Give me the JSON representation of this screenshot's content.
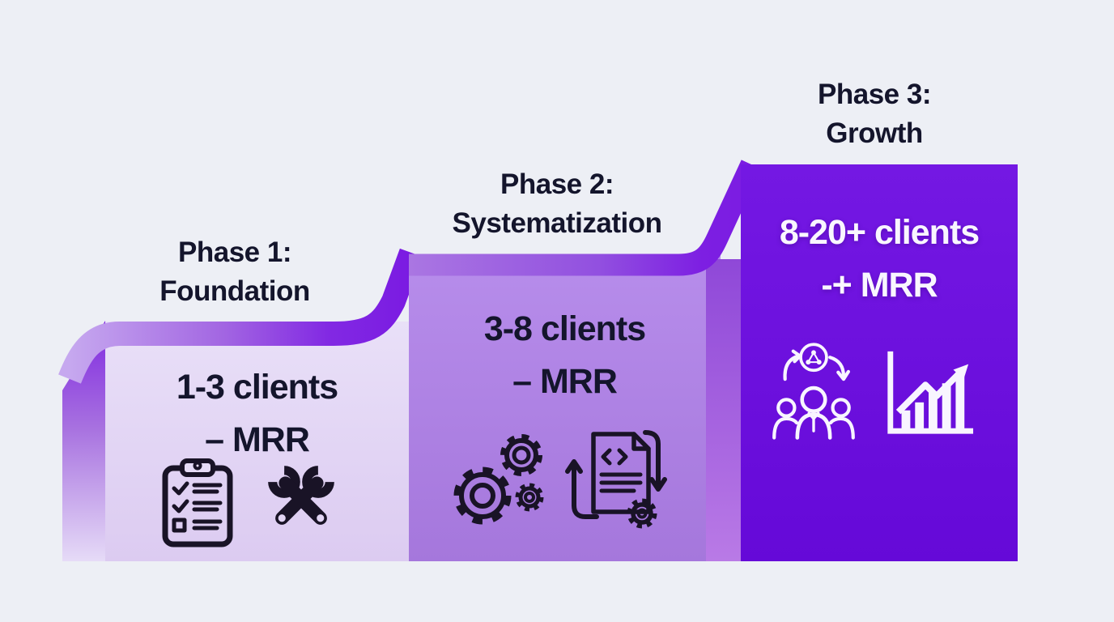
{
  "diagram_title": "Three-phase growth staircase",
  "background_color": "#edeff5",
  "text_color_dark": "#14152c",
  "text_color_light": "#f9f6ff",
  "accent_colors": {
    "phase1_face": "#e4d8f5",
    "phase2_face": "#ab7ee1",
    "phase3_face": "#6b10dd",
    "band_purple": "#7a1de2",
    "side_strip": "#9c5bdd"
  },
  "phases": [
    {
      "title_line1": "Phase 1:",
      "title_line2": "Foundation",
      "metric_line1": "1-3 clients",
      "metric_line2": "– MRR",
      "icons": [
        "clipboard-checklist-icon",
        "crossed-wrenches-icon"
      ]
    },
    {
      "title_line1": "Phase 2:",
      "title_line2": "Systematization",
      "metric_line1": "3-8 clients",
      "metric_line2": "– MRR",
      "icons": [
        "gears-icon",
        "document-code-icon"
      ]
    },
    {
      "title_line1": "Phase 3:",
      "title_line2": "Growth",
      "metric_line1": "8-20+ clients",
      "metric_line2": "-+ MRR",
      "icons": [
        "team-icon",
        "growth-chart-icon"
      ]
    }
  ]
}
